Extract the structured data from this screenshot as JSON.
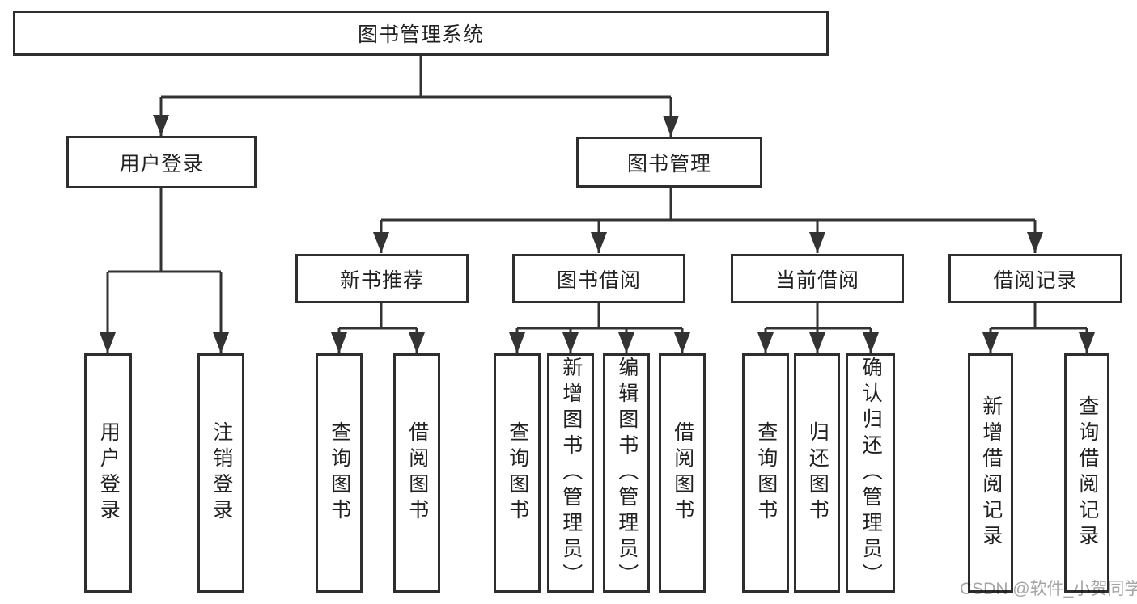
{
  "diagram": {
    "title": "图书管理系统",
    "branches": [
      {
        "label": "用户登录",
        "children": [
          "用户登录",
          "注销登录"
        ]
      },
      {
        "label": "图书管理",
        "groups": [
          {
            "label": "新书推荐",
            "children": [
              "查询图书",
              "借阅图书"
            ]
          },
          {
            "label": "图书借阅",
            "children": [
              "查询图书",
              "新增图书（管理员）",
              "编辑图书（管理员）",
              "借阅图书"
            ]
          },
          {
            "label": "当前借阅",
            "children": [
              "查询图书",
              "归还图书",
              "确认归还（管理员）"
            ]
          },
          {
            "label": "借阅记录",
            "children": [
              "新增借阅记录",
              "查询借阅记录"
            ]
          }
        ]
      }
    ]
  },
  "watermark": {
    "text": "CSDN @软件_小贺同学"
  },
  "colors": {
    "line": "#333333",
    "box_border": "#2e2e2e",
    "text": "#212121",
    "background": "#ffffff",
    "watermark": "#8f8f8f"
  }
}
